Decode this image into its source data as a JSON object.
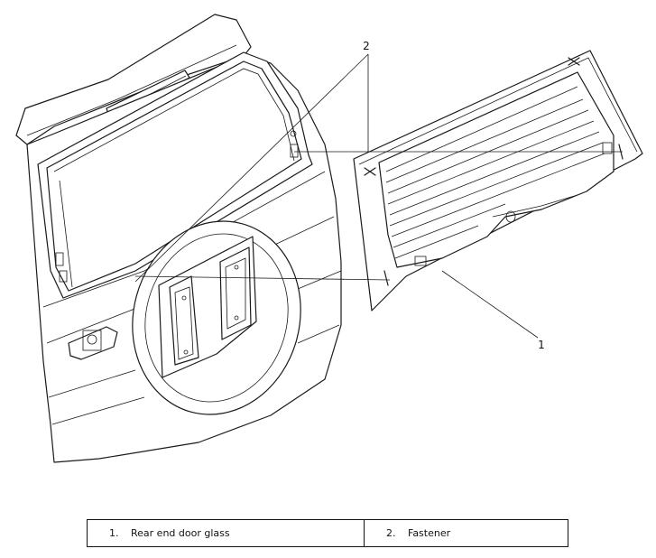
{
  "callouts": [
    {
      "id": "1",
      "label": "1"
    },
    {
      "id": "2",
      "label": "2"
    }
  ],
  "legend": [
    {
      "number": "1.",
      "text": "Rear end door glass"
    },
    {
      "number": "2.",
      "text": "Fastener"
    }
  ],
  "icons": [
    "fastener-icon"
  ],
  "colors": {
    "line": "#1a1a1a",
    "background": "#ffffff"
  }
}
